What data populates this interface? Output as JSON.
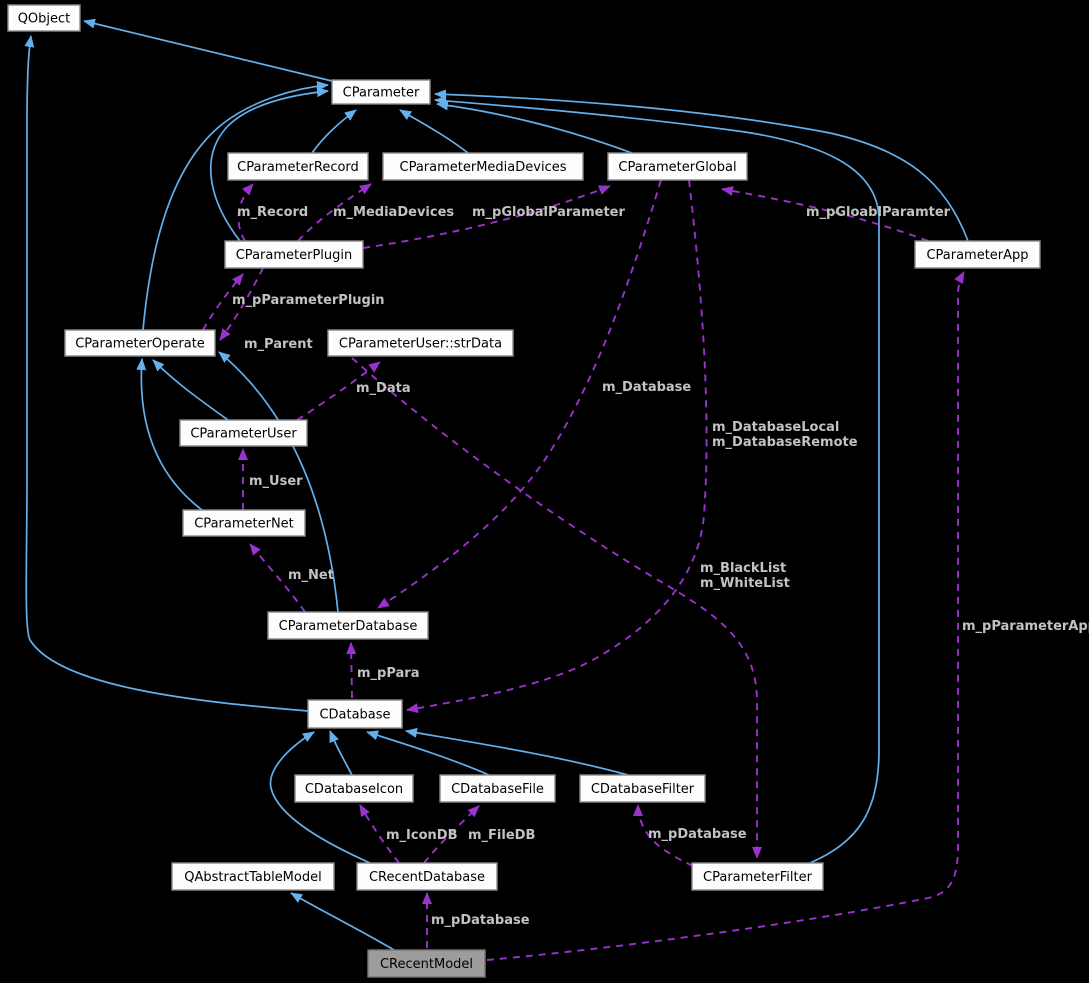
{
  "diagram": {
    "type": "collaboration-graph",
    "background": "#000000",
    "colors": {
      "inheritance_edge": "#63b0ee",
      "usage_edge": "#9a32cd",
      "edge_label_text": "#c2c2c2",
      "node_fill": "#fdfdfd",
      "node_border": "#8a8a8a",
      "node_text": "#000000",
      "focus_node_fill": "#9c9c9c"
    },
    "nodes": [
      {
        "id": "qobject",
        "label": "QObject",
        "focus": false
      },
      {
        "id": "cparameter",
        "label": "CParameter",
        "focus": false
      },
      {
        "id": "record",
        "label": "CParameterRecord",
        "focus": false
      },
      {
        "id": "mediadevices",
        "label": "CParameterMediaDevices",
        "focus": false
      },
      {
        "id": "global",
        "label": "CParameterGlobal",
        "focus": false
      },
      {
        "id": "app",
        "label": "CParameterApp",
        "focus": false
      },
      {
        "id": "plugin",
        "label": "CParameterPlugin",
        "focus": false
      },
      {
        "id": "operate",
        "label": "CParameterOperate",
        "focus": false
      },
      {
        "id": "strdata",
        "label": "CParameterUser::strData",
        "focus": false
      },
      {
        "id": "user",
        "label": "CParameterUser",
        "focus": false
      },
      {
        "id": "net",
        "label": "CParameterNet",
        "focus": false
      },
      {
        "id": "paramdb",
        "label": "CParameterDatabase",
        "focus": false
      },
      {
        "id": "cdatabase",
        "label": "CDatabase",
        "focus": false
      },
      {
        "id": "dbicon",
        "label": "CDatabaseIcon",
        "focus": false
      },
      {
        "id": "dbfile",
        "label": "CDatabaseFile",
        "focus": false
      },
      {
        "id": "dbfilter",
        "label": "CDatabaseFilter",
        "focus": false
      },
      {
        "id": "qatm",
        "label": "QAbstractTableModel",
        "focus": false
      },
      {
        "id": "recentdb",
        "label": "CRecentDatabase",
        "focus": false
      },
      {
        "id": "pfilter",
        "label": "CParameterFilter",
        "focus": false
      },
      {
        "id": "recentmodel",
        "label": "CRecentModel",
        "focus": true
      }
    ],
    "edges": [
      {
        "id": "e1",
        "from": "cparameter",
        "to": "qobject",
        "type": "inherits",
        "labels": []
      },
      {
        "id": "e2",
        "from": "cdatabase",
        "to": "qobject",
        "type": "inherits",
        "labels": []
      },
      {
        "id": "e3",
        "from": "record",
        "to": "cparameter",
        "type": "inherits",
        "labels": []
      },
      {
        "id": "e4",
        "from": "mediadevices",
        "to": "cparameter",
        "type": "inherits",
        "labels": []
      },
      {
        "id": "e5",
        "from": "global",
        "to": "cparameter",
        "type": "inherits",
        "labels": []
      },
      {
        "id": "e6",
        "from": "plugin",
        "to": "cparameter",
        "type": "inherits",
        "labels": []
      },
      {
        "id": "e7",
        "from": "operate",
        "to": "cparameter",
        "type": "inherits",
        "labels": []
      },
      {
        "id": "e8",
        "from": "app",
        "to": "cparameter",
        "type": "inherits",
        "labels": []
      },
      {
        "id": "e9",
        "from": "pfilter",
        "to": "cparameter",
        "type": "inherits",
        "labels": []
      },
      {
        "id": "e10",
        "from": "user",
        "to": "operate",
        "type": "inherits",
        "labels": []
      },
      {
        "id": "e11",
        "from": "net",
        "to": "operate",
        "type": "inherits",
        "labels": []
      },
      {
        "id": "e12",
        "from": "paramdb",
        "to": "operate",
        "type": "inherits",
        "labels": []
      },
      {
        "id": "e13",
        "from": "recentmodel",
        "to": "qatm",
        "type": "inherits",
        "labels": []
      },
      {
        "id": "e14",
        "from": "dbicon",
        "to": "cdatabase",
        "type": "inherits",
        "labels": []
      },
      {
        "id": "e15",
        "from": "dbfile",
        "to": "cdatabase",
        "type": "inherits",
        "labels": []
      },
      {
        "id": "e16",
        "from": "dbfilter",
        "to": "cdatabase",
        "type": "inherits",
        "labels": []
      },
      {
        "id": "e17",
        "from": "recentdb",
        "to": "cdatabase",
        "type": "inherits",
        "labels": []
      },
      {
        "id": "u1",
        "from": "plugin",
        "to": "record",
        "type": "member",
        "labels": [
          "m_Record"
        ]
      },
      {
        "id": "u2",
        "from": "plugin",
        "to": "mediadevices",
        "type": "member",
        "labels": [
          "m_MediaDevices"
        ]
      },
      {
        "id": "u3",
        "from": "plugin",
        "to": "global",
        "type": "member",
        "labels": [
          "m_pGlobalParameter"
        ]
      },
      {
        "id": "u4",
        "from": "app",
        "to": "global",
        "type": "member",
        "labels": [
          "m_pGloablParamter"
        ]
      },
      {
        "id": "u5",
        "from": "operate",
        "to": "plugin",
        "type": "member",
        "labels": [
          "m_pParameterPlugin"
        ]
      },
      {
        "id": "u6",
        "from": "plugin",
        "to": "operate",
        "type": "member",
        "labels": [
          "m_Parent"
        ]
      },
      {
        "id": "u7",
        "from": "user",
        "to": "strdata",
        "type": "member",
        "labels": [
          "m_Data"
        ]
      },
      {
        "id": "u8",
        "from": "net",
        "to": "user",
        "type": "member",
        "labels": [
          "m_User"
        ]
      },
      {
        "id": "u9",
        "from": "paramdb",
        "to": "net",
        "type": "member",
        "labels": [
          "m_Net"
        ]
      },
      {
        "id": "u10",
        "from": "global",
        "to": "paramdb",
        "type": "member",
        "labels": [
          "m_Database"
        ]
      },
      {
        "id": "u11",
        "from": "global",
        "to": "cdatabase",
        "type": "member",
        "labels": [
          "m_DatabaseLocal",
          "m_DatabaseRemote"
        ]
      },
      {
        "id": "u12",
        "from": "strdata",
        "to": "pfilter",
        "type": "member",
        "labels": [
          "m_BlackList",
          "m_WhiteList"
        ]
      },
      {
        "id": "u13",
        "from": "cdatabase",
        "to": "paramdb",
        "type": "member",
        "labels": [
          "m_pPara"
        ]
      },
      {
        "id": "u14",
        "from": "recentdb",
        "to": "dbicon",
        "type": "member",
        "labels": [
          "m_IconDB"
        ]
      },
      {
        "id": "u15",
        "from": "recentdb",
        "to": "dbfile",
        "type": "member",
        "labels": [
          "m_FileDB"
        ]
      },
      {
        "id": "u16",
        "from": "pfilter",
        "to": "dbfilter",
        "type": "member",
        "labels": [
          "m_pDatabase"
        ]
      },
      {
        "id": "u17",
        "from": "recentmodel",
        "to": "recentdb",
        "type": "member",
        "labels": [
          "m_pDatabase"
        ]
      },
      {
        "id": "u18",
        "from": "recentmodel",
        "to": "app",
        "type": "member",
        "labels": [
          "m_pParameterApp"
        ]
      }
    ]
  }
}
